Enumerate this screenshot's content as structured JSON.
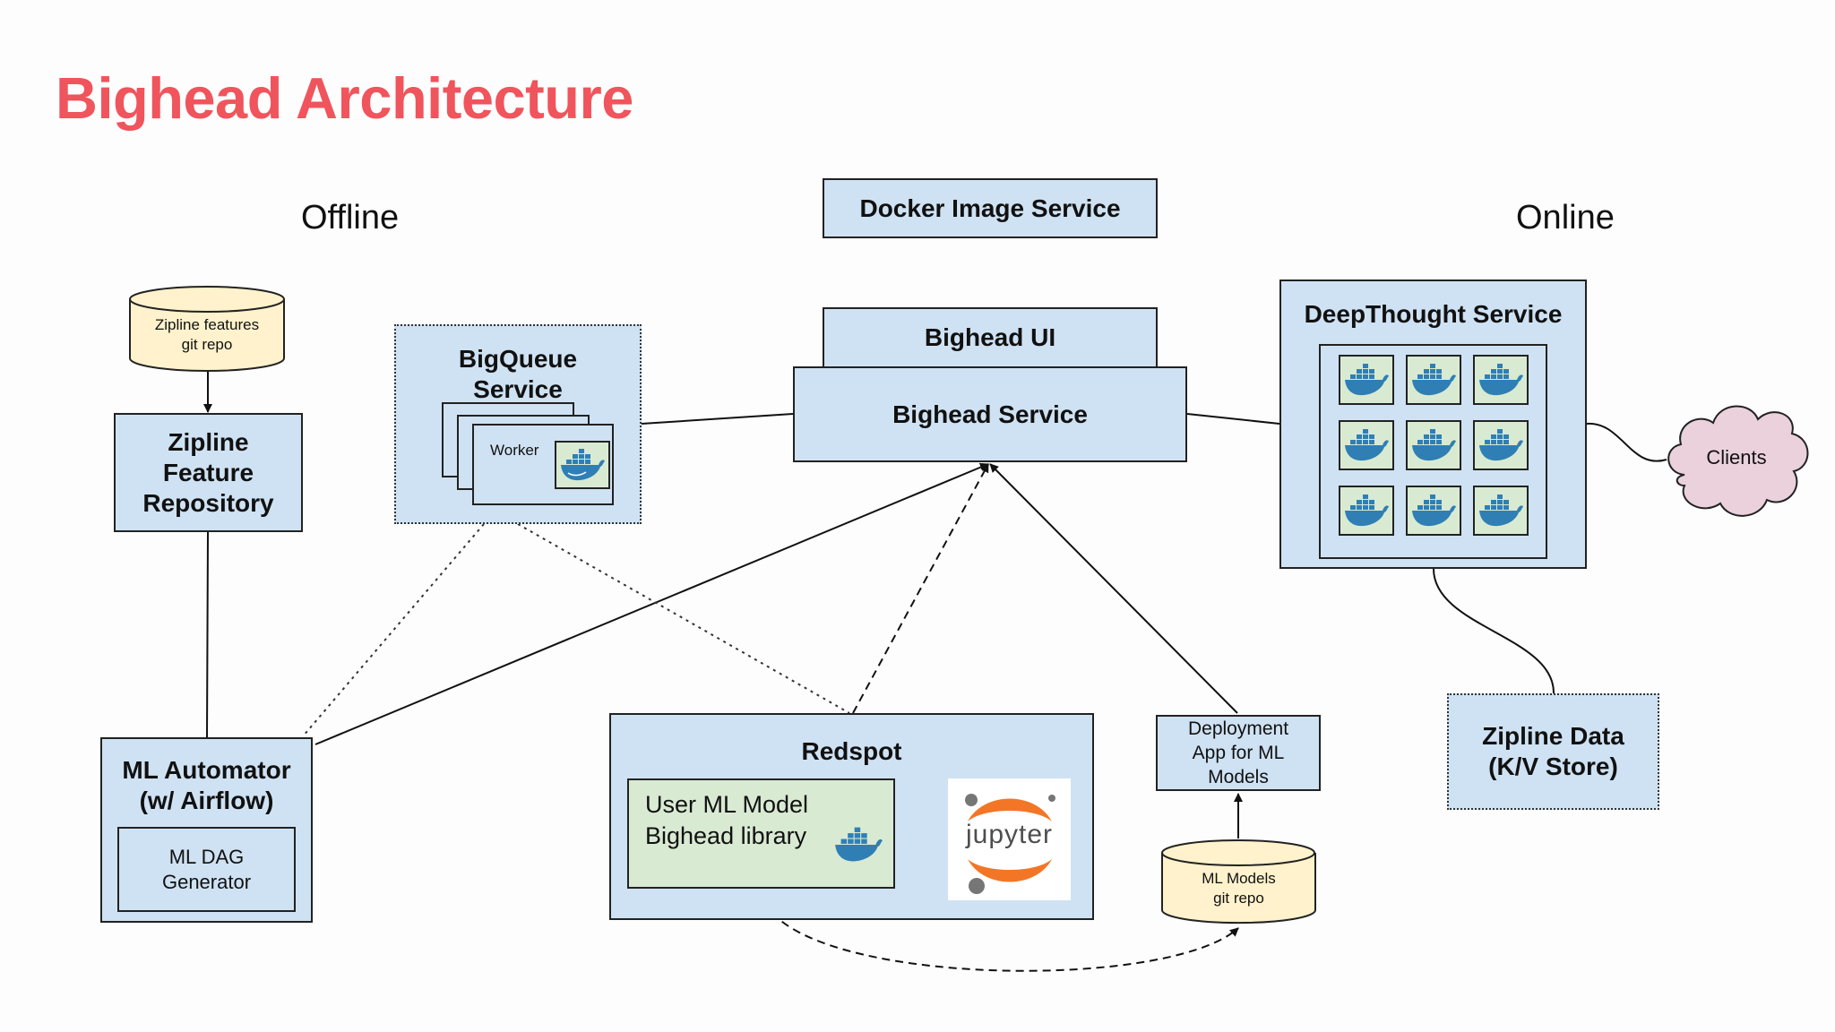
{
  "title": "Bighead Architecture",
  "sections": {
    "offline": "Offline",
    "online": "Online"
  },
  "nodes": {
    "zipline_features_repo": "Zipline features\ngit repo",
    "zipline_feature_repository": "Zipline\nFeature\nRepository",
    "bigqueue_service": "BigQueue\nService",
    "worker": "Worker",
    "docker_image_service": "Docker Image Service",
    "bighead_ui": "Bighead UI",
    "bighead_service": "Bighead Service",
    "deepthought_service": "DeepThought Service",
    "clients": "Clients",
    "ml_automator": "ML Automator\n(w/ Airflow)",
    "ml_dag_generator": "ML DAG\nGenerator",
    "redspot": "Redspot",
    "user_ml_model": "User ML Model\nBighead library",
    "jupyter_logo": "jupyter",
    "deployment_app": "Deployment\nApp for ML\nModels",
    "ml_models_repo": "ML Models\ngit repo",
    "zipline_data": "Zipline Data\n(K/V Store)"
  },
  "icons": [
    "docker-whale-icon",
    "jupyter-logo-icon",
    "cloud-icon",
    "git-repo-cylinder-icon"
  ],
  "colors": {
    "title": "#f0545c",
    "service_box": "#cfe2f3",
    "container_box": "#d9ead3",
    "repo_cylinder": "#fff2cc",
    "clients_cloud": "#ead1dc",
    "docker_whale": "#2f7fb5",
    "jupyter_orange": "#f37626"
  }
}
